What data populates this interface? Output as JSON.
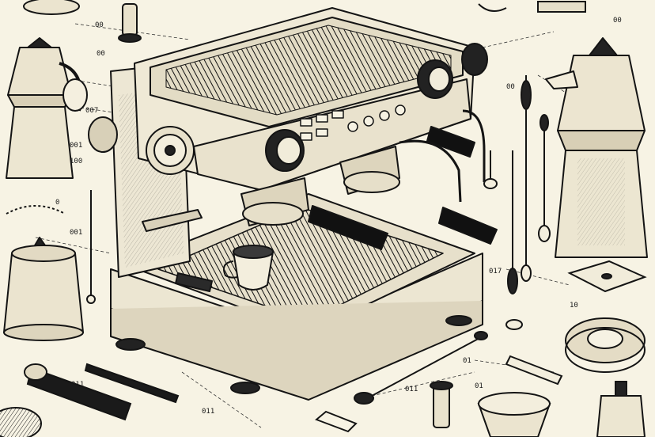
{
  "illustration": {
    "style": "ink technical exploded-view sketch",
    "paper_color": "#f7f3e4",
    "ink_color": "#161616",
    "labels": [
      "00",
      "00",
      "001",
      "007",
      "0",
      "001",
      "00",
      "017",
      "10",
      "01",
      "011",
      "01",
      "011",
      "011",
      "00",
      "100"
    ]
  },
  "parts": [
    "espresso-machine",
    "moka-pot",
    "moka-pot",
    "moka-pot",
    "tamper",
    "tamper",
    "portafilter",
    "portafilter",
    "espresso-cup",
    "portafilter-basket",
    "spoon",
    "steam-wand",
    "steam-wand",
    "filter-disc",
    "gasket-ring",
    "dosing-cup",
    "bracket",
    "knob"
  ]
}
